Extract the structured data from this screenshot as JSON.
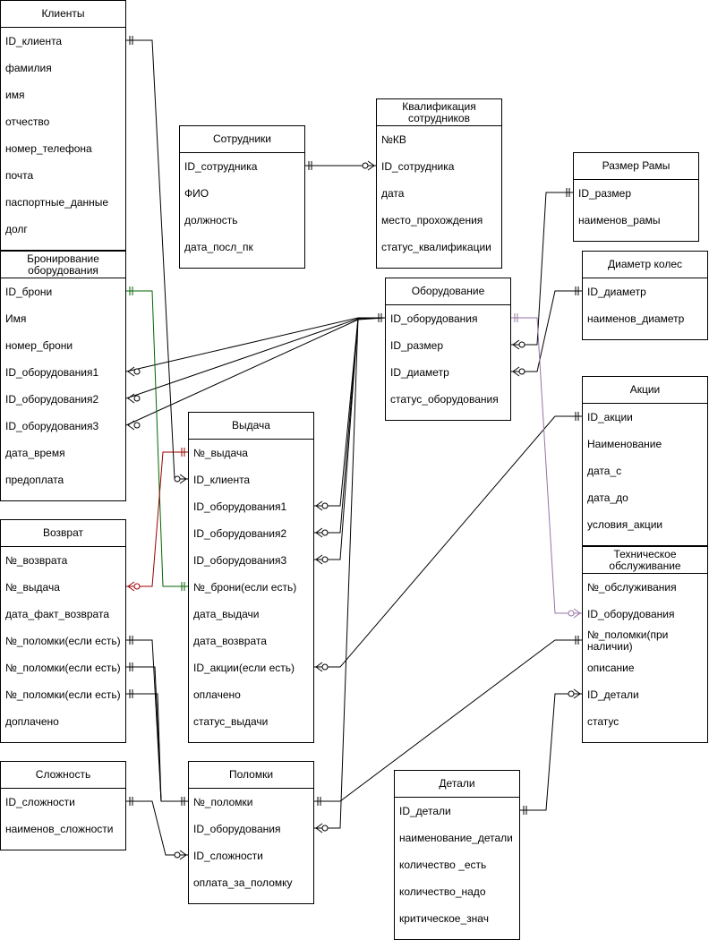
{
  "entities": [
    {
      "id": "clients",
      "title": "Клиенты",
      "fields": [
        "ID_клиента",
        "фамилия",
        "имя",
        "отчество",
        "номер_телефона",
        "почта",
        "паспортные_данные",
        "долг"
      ]
    },
    {
      "id": "booking",
      "title": "Бронирование оборудования",
      "fields": [
        "ID_брони",
        "Имя",
        "номер_брони",
        "ID_оборудования1",
        "ID_оборудования2",
        "ID_оборудования3",
        "дата_время",
        "предоплата"
      ]
    },
    {
      "id": "return",
      "title": "Возврат",
      "fields": [
        "№_возврата",
        "№_выдача",
        "дата_факт_возврата",
        "№_поломки(если есть)",
        "№_поломки(если есть)",
        "№_поломки(если есть)",
        "доплачено"
      ]
    },
    {
      "id": "complexity",
      "title": "Сложность",
      "fields": [
        "ID_сложности",
        "наименов_сложности"
      ]
    },
    {
      "id": "employees",
      "title": "Сотрудники",
      "fields": [
        "ID_сотрудника",
        "ФИО",
        "должность",
        "дата_посл_пк"
      ]
    },
    {
      "id": "qualification",
      "title": "Квалификация сотрудников",
      "fields": [
        "№КВ",
        "ID_сотрудника",
        "дата",
        "место_прохождения",
        "статус_квалификации"
      ]
    },
    {
      "id": "issue",
      "title": "Выдача",
      "fields": [
        "№_выдача",
        "ID_клиента",
        "ID_оборудования1",
        "ID_оборудования2",
        "ID_оборудования3",
        "№_брони(если есть)",
        "дата_выдачи",
        "дата_возврата",
        "ID_акции(если есть)",
        "оплачено",
        "статус_выдачи"
      ]
    },
    {
      "id": "breakdowns",
      "title": "Поломки",
      "fields": [
        "№_поломки",
        "ID_оборудования",
        "ID_сложности",
        "оплата_за_поломку"
      ]
    },
    {
      "id": "equipment",
      "title": "Оборудование",
      "fields": [
        "ID_оборудования",
        "ID_размер",
        "ID_диаметр",
        "статус_оборудования"
      ]
    },
    {
      "id": "frame_size",
      "title": "Размер Рамы",
      "fields": [
        "ID_размер",
        "наименов_рамы"
      ]
    },
    {
      "id": "wheel_diameter",
      "title": "Диаметр колес",
      "fields": [
        "ID_диаметр",
        "наименов_диаметр"
      ]
    },
    {
      "id": "promotions",
      "title": "Акции",
      "fields": [
        "ID_акции",
        "Наименование",
        "дата_с",
        "дата_до",
        "условия_акции"
      ]
    },
    {
      "id": "maintenance",
      "title": "Техническое обслуживание",
      "fields": [
        "№_обслуживания",
        "ID_оборудования",
        "№_поломки(при наличии)",
        "описание",
        "ID_детали",
        "статус"
      ]
    },
    {
      "id": "parts",
      "title": "Детали",
      "fields": [
        "ID_детали",
        "наименование_детали",
        "количество _есть",
        "количество_надо",
        "критическое_знач"
      ]
    }
  ],
  "colors": {
    "line": "#000000",
    "booking_link": "#006600",
    "return_link": "#990000",
    "maintenance_link": "#9673A6"
  }
}
